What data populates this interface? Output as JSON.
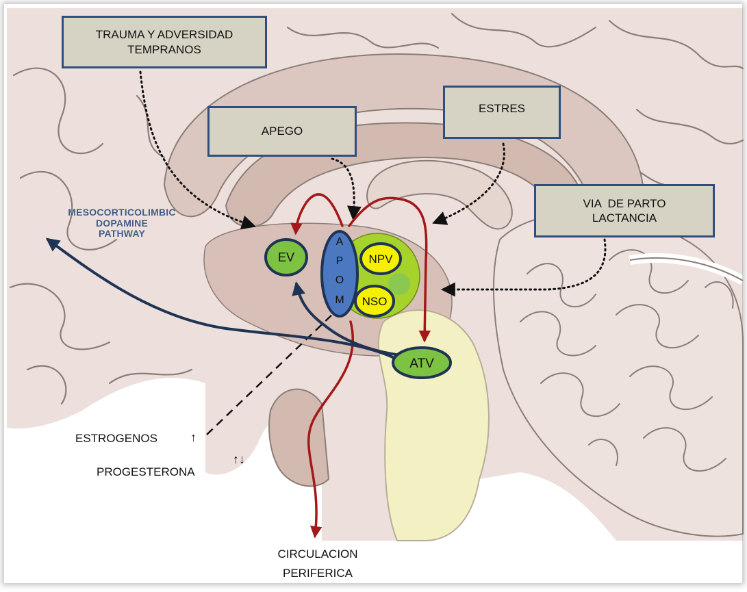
{
  "boxes": {
    "trauma": [
      "TRAUMA Y ADVERSIDAD",
      "TEMPRANOS"
    ],
    "apego": "APEGO",
    "estres": "ESTRES",
    "via_parto": [
      "VIA  DE PARTO",
      "LACTANCIA"
    ]
  },
  "pathway_label": [
    "MESOCORTICOLIMBIC",
    "DOPAMINE",
    "PATHWAY"
  ],
  "nuclei": {
    "ev": "EV",
    "apom": [
      "A",
      "P",
      "O",
      "M"
    ],
    "npv": "NPV",
    "nso": "NSO",
    "atv": "ATV"
  },
  "hormones": {
    "estrogenos": "ESTROGENOS",
    "estrogenos_arrow": "↑",
    "progesterona": "PROGESTERONA",
    "progesterona_arrow": "↑↓"
  },
  "output_label": [
    "CIRCULACION",
    "PERIFERICA"
  ],
  "colors": {
    "box_fill": "#d6d3c4",
    "box_border": "#2f4e7e",
    "nucleus_green": "#7dc242",
    "hypothalamus_green": "#a6d22c",
    "nucleus_yellow": "#f4f000",
    "apom_blue": "#4b78c0",
    "pathway_navy": "#1f3354",
    "red_path": "#a31818",
    "brain_fill": "#ede0dc",
    "brain_lines": "#8a7d78",
    "inner_mass": "#d3bab0",
    "brainstem": "#f3f0c4"
  }
}
